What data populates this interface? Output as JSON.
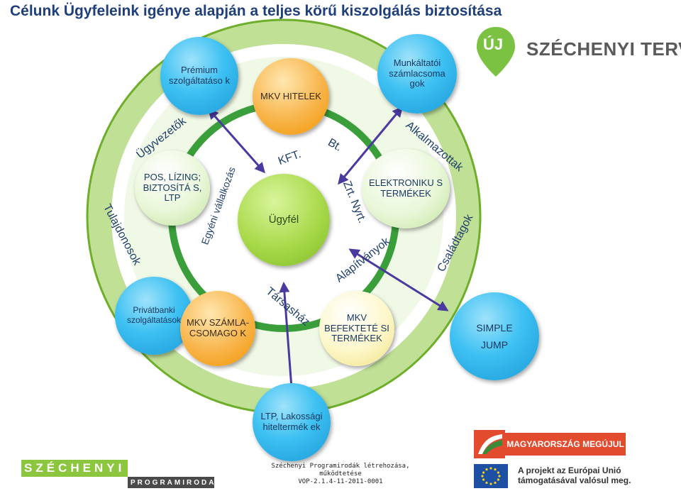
{
  "title": "Célunk Ügyfeleink igénye alapján a teljes körű kiszolgálás biztosítása",
  "logos": {
    "szechenyi_terv_badge": "ÚJ",
    "szechenyi_terv_name": "SZÉCHENYI TERV",
    "szechenyi_word": "SZÉCHENYI",
    "programiroda_word": "PROGRAMIRODA",
    "magyarorszag_megujul": "MAGYARORSZÁG MEGÚJUL",
    "eu_line1": "A projekt az Európai Unió",
    "eu_line2": "támogatásával valósul meg."
  },
  "footer": {
    "line1": "Széchenyi Programirodák létrehozása, működtetése",
    "line2": "VOP-2.1.4-11-2011-0001"
  },
  "center": {
    "label": "Ügyfél"
  },
  "nodes": {
    "premium": "Prémium szolgáltatáso k",
    "mkv_hitelek": "MKV HITELEK",
    "munkaltatoi": "Munkáltatói számlacsoma gok",
    "pos_lizing": "POS, LÍZING; BIZTOSÍTÁ S, LTP",
    "elektronikus": "ELEKTRONIKU S TERMÉKEK",
    "privatbanki": "Privátbanki szolgáltatások",
    "mkv_szamla": "MKV SZÁMLA-CSOMAGO K",
    "mkv_befektetesi": "MKV BEFEKTETÉ SI TERMÉKEK",
    "simple_jump_1": "SIMPLE",
    "simple_jump_2": "JUMP",
    "ltp_lakossagi": "LTP, Lakossági hiteltermék ek"
  },
  "ring_labels": {
    "ugyvezetok": "Ügyvezetők",
    "alkalmazottak": "Alkalmazottak",
    "tulajdonosok": "Tulajdonosok",
    "csaladtagok": "Családtagok",
    "egyeni_vallalkozas": "Egyéni vállalkozás",
    "kft": "KFT.",
    "bt": "Bt.",
    "zrt_nyrt": "Zrt. Nyrt.",
    "alapitvanyok": "Alapítványok",
    "tarsashaz": "Társasház"
  },
  "colors": {
    "title": "#1f3f7a",
    "outer_ring": "#8cc63f",
    "inner_ring": "#3a9e3a",
    "arrow": "#4a3aa0",
    "blue_node": "#3ec1f2",
    "orange_node": "#f29500",
    "green_node": "#bfe39a",
    "center_node": "#a8d94a"
  }
}
